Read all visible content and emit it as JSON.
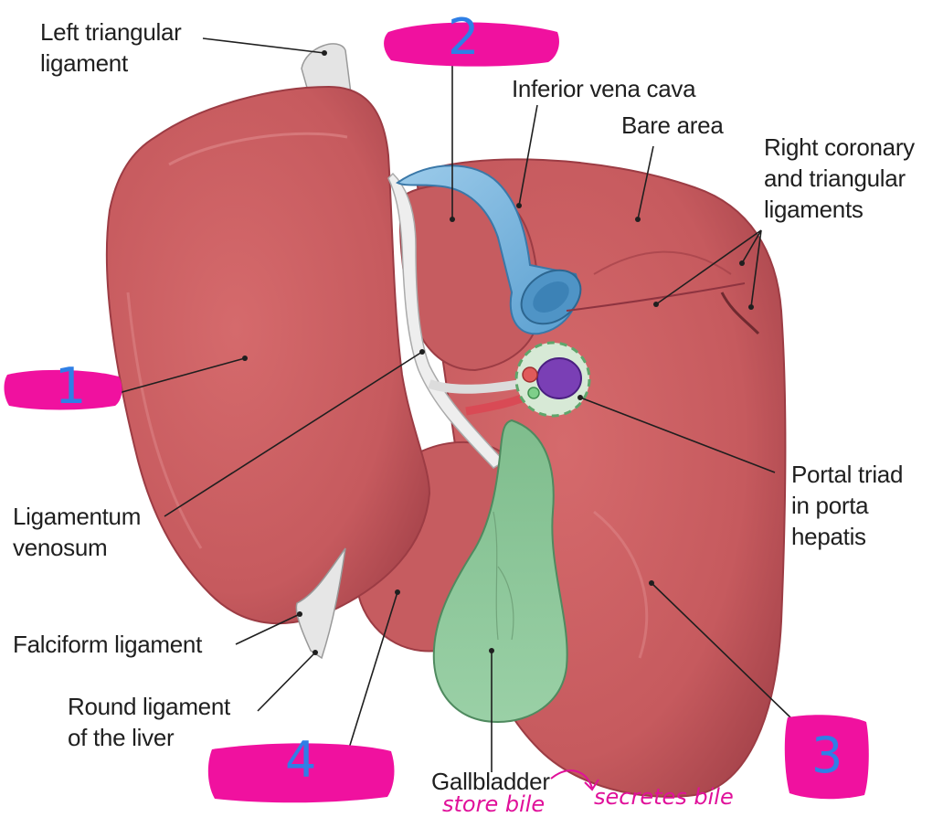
{
  "labels": {
    "left_triangular": "Left triangular\nligament",
    "ivc": "Inferior vena cava",
    "bare_area": "Bare area",
    "right_coronary": "Right coronary\nand triangular\nligaments",
    "ligamentum_venosum": "Ligamentum\nvenosum",
    "portal_triad": "Portal triad\nin porta\nhepatis",
    "falciform": "Falciform ligament",
    "round_ligament": "Round ligament\nof the liver",
    "gallbladder": "Gallbladder"
  },
  "annotations": {
    "marker_1": "1",
    "marker_2": "2",
    "marker_3": "3",
    "marker_4": "4",
    "note_store": "store bile",
    "note_secrete": "secretes bile"
  },
  "colors": {
    "liver": "#c85c60",
    "liver_dark": "#a8454c",
    "ivc": "#7fb9e0",
    "gallbladder": "#8cc79a",
    "highlight": "#f0119f",
    "handwriting_blue": "#2f7fe6"
  }
}
